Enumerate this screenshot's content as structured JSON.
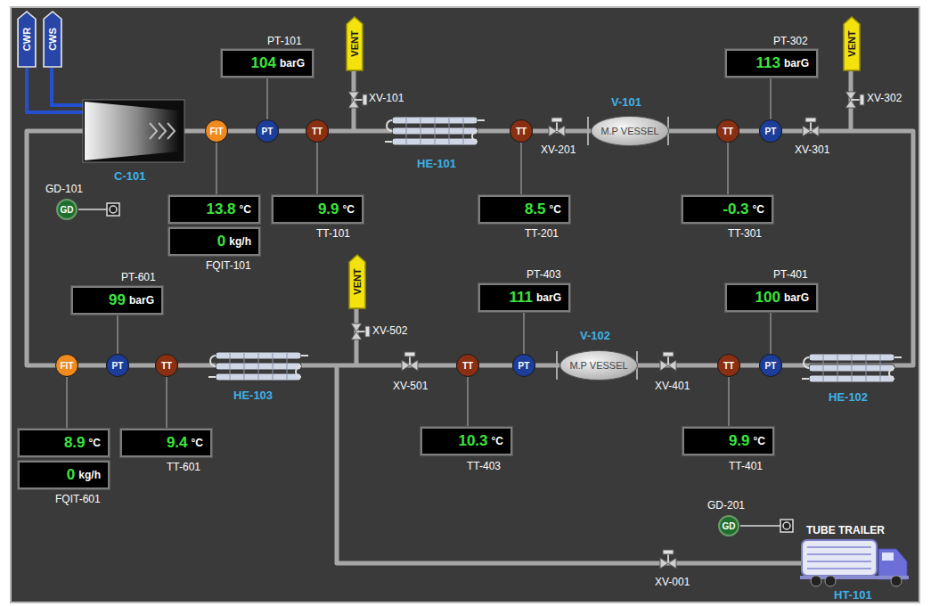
{
  "diagram": {
    "nodes": [
      {
        "text": [
          "CWR"
        ]
      },
      {
        "text": [
          "CWS"
        ]
      },
      {
        "text": [
          "PT-101",
          "104",
          "barG"
        ]
      },
      {
        "text": [
          "VENT"
        ]
      },
      {
        "text": [
          "VENT"
        ]
      },
      {
        "text": [
          "PT-302",
          "113",
          "barG"
        ]
      },
      {
        "text": [
          "FIT"
        ]
      },
      {
        "text": [
          "PT"
        ]
      },
      {
        "text": [
          "TT"
        ]
      },
      {
        "text": [
          "TT"
        ]
      },
      {
        "text": [
          "V-101",
          "M.P VESSEL"
        ]
      },
      {
        "text": [
          "TT"
        ]
      },
      {
        "text": [
          "PT"
        ]
      },
      {
        "text": [
          "GD-101",
          "GD"
        ]
      },
      {
        "text": [
          "13.8",
          "°C"
        ]
      },
      {
        "text": [
          "9.9",
          "°C",
          "TT-101"
        ]
      },
      {
        "text": [
          "8.5",
          "°C",
          "TT-201"
        ]
      },
      {
        "text": [
          "-0.3",
          "°C",
          "TT-301"
        ]
      },
      {
        "text": [
          "0",
          "kg/h",
          "FQIT-101"
        ]
      },
      {
        "text": [
          "VENT"
        ]
      },
      {
        "text": [
          "PT-601",
          "99",
          "barG"
        ]
      },
      {
        "text": [
          "PT-403",
          "111",
          "barG"
        ]
      },
      {
        "text": [
          "PT-401",
          "100",
          "barG"
        ]
      },
      {
        "text": [
          "FIT"
        ]
      },
      {
        "text": [
          "PT"
        ]
      },
      {
        "text": [
          "TT"
        ]
      },
      {
        "text": [
          "TT"
        ]
      },
      {
        "text": [
          "PT"
        ]
      },
      {
        "text": [
          "V-102",
          "M.P VESSEL"
        ]
      },
      {
        "text": [
          "TT"
        ]
      },
      {
        "text": [
          "PT"
        ]
      },
      {
        "text": [
          "8.9",
          "°C"
        ]
      },
      {
        "text": [
          "9.4",
          "°C",
          "TT-601"
        ]
      },
      {
        "text": [
          "10.3",
          "°C",
          "TT-403"
        ]
      },
      {
        "text": [
          "9.9",
          "°C",
          "TT-401"
        ]
      },
      {
        "text": [
          "0",
          "kg/h",
          "FQIT-601"
        ]
      },
      {
        "text": [
          "GD-201",
          "GD"
        ]
      }
    ],
    "edges": [
      {
        "from": 6,
        "to": 7,
        "arrow": "none"
      },
      {
        "from": 7,
        "to": 8,
        "arrow": "none"
      },
      {
        "from": 8,
        "to": 9,
        "arrow": "none"
      },
      {
        "from": 9,
        "to": 10,
        "arrow": "none"
      },
      {
        "from": 10,
        "to": 11,
        "arrow": "none"
      },
      {
        "from": 11,
        "to": 12,
        "arrow": "none"
      },
      {
        "from": 12,
        "to": 30,
        "arrow": "none"
      },
      {
        "from": 30,
        "to": 29,
        "arrow": "none"
      },
      {
        "from": 29,
        "to": 28,
        "arrow": "none"
      },
      {
        "from": 28,
        "to": 27,
        "arrow": "none"
      },
      {
        "from": 27,
        "to": 26,
        "arrow": "none"
      },
      {
        "from": 26,
        "to": 25,
        "arrow": "none"
      },
      {
        "from": 25,
        "to": 24,
        "arrow": "none"
      },
      {
        "from": 24,
        "to": 23,
        "arrow": "none"
      },
      {
        "from": 6,
        "to": 14,
        "arrow": "none"
      },
      {
        "from": 7,
        "to": 2,
        "arrow": "none"
      },
      {
        "from": 8,
        "to": 15,
        "arrow": "none"
      },
      {
        "from": 9,
        "to": 16,
        "arrow": "none"
      },
      {
        "from": 11,
        "to": 17,
        "arrow": "none"
      },
      {
        "from": 12,
        "to": 5,
        "arrow": "none"
      },
      {
        "from": 23,
        "to": 31,
        "arrow": "none"
      },
      {
        "from": 24,
        "to": 20,
        "arrow": "none"
      },
      {
        "from": 25,
        "to": 32,
        "arrow": "none"
      },
      {
        "from": 26,
        "to": 33,
        "arrow": "none"
      },
      {
        "from": 27,
        "to": 21,
        "arrow": "none"
      },
      {
        "from": 29,
        "to": 34,
        "arrow": "none"
      },
      {
        "from": 30,
        "to": 22,
        "arrow": "none"
      }
    ],
    "labels": [
      "C-101",
      "XV-101",
      "HE-101",
      "XV-201",
      "XV-301",
      "XV-302",
      "XV-502",
      "XV-501",
      "XV-401",
      "HE-103",
      "HE-102",
      "TUBE TRAILER",
      "XV-001",
      "HT-101"
    ]
  }
}
